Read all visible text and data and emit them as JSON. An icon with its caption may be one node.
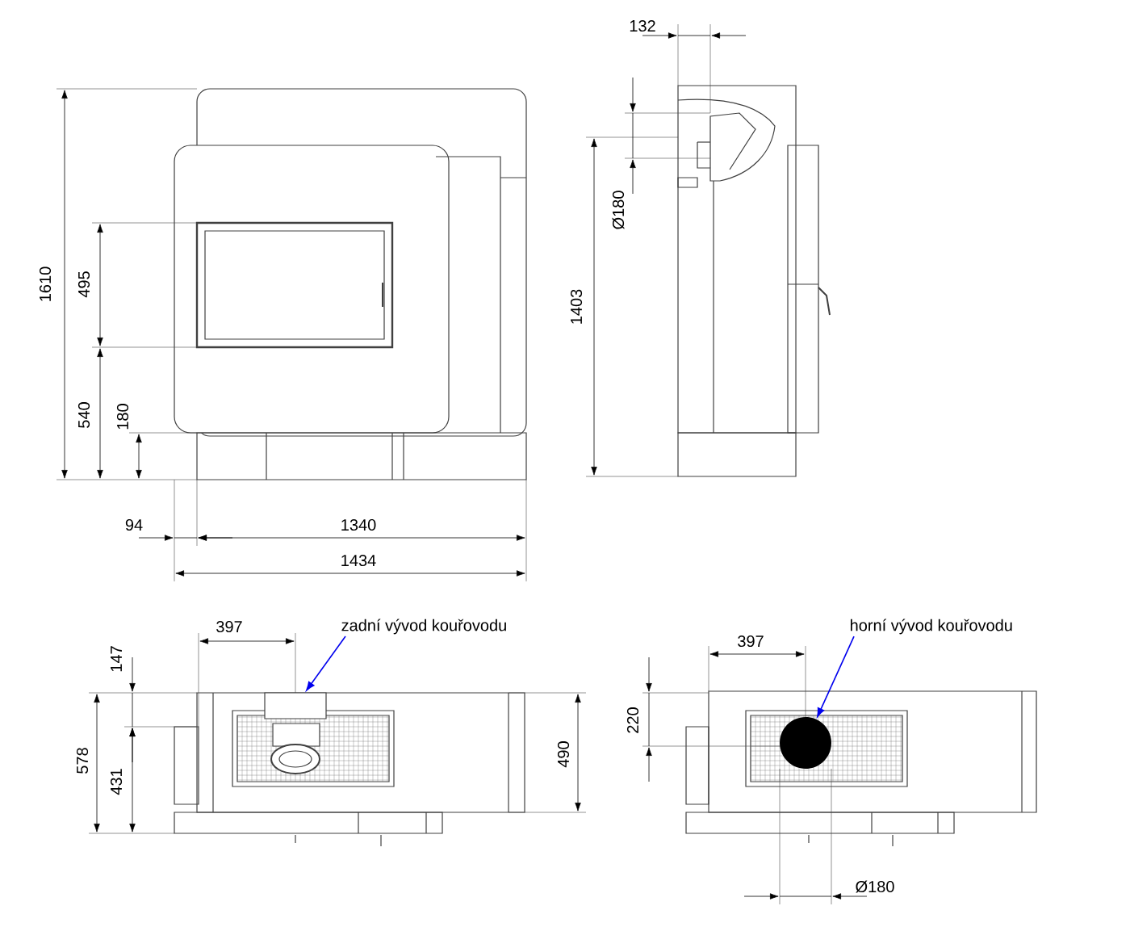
{
  "diagram": {
    "nodes": [
      {
        "text": [
          "zadní vývod kouřovodu"
        ]
      },
      {
        "text": [
          "horní vývod kouřovodu"
        ]
      },
      {
        "text": [],
        "shape": "box"
      },
      {
        "text": [],
        "shape": "circle"
      }
    ],
    "edges": [
      {
        "from": 0,
        "to": 2,
        "arrow": "to"
      },
      {
        "from": 1,
        "to": 3,
        "arrow": "to"
      }
    ],
    "labels": [
      "132",
      "1610",
      "495",
      "Ø180",
      "1403",
      "540",
      "180",
      "94",
      "1340",
      "1434",
      "397",
      "147",
      "578",
      "431",
      "490",
      "397",
      "220",
      "Ø180"
    ]
  }
}
